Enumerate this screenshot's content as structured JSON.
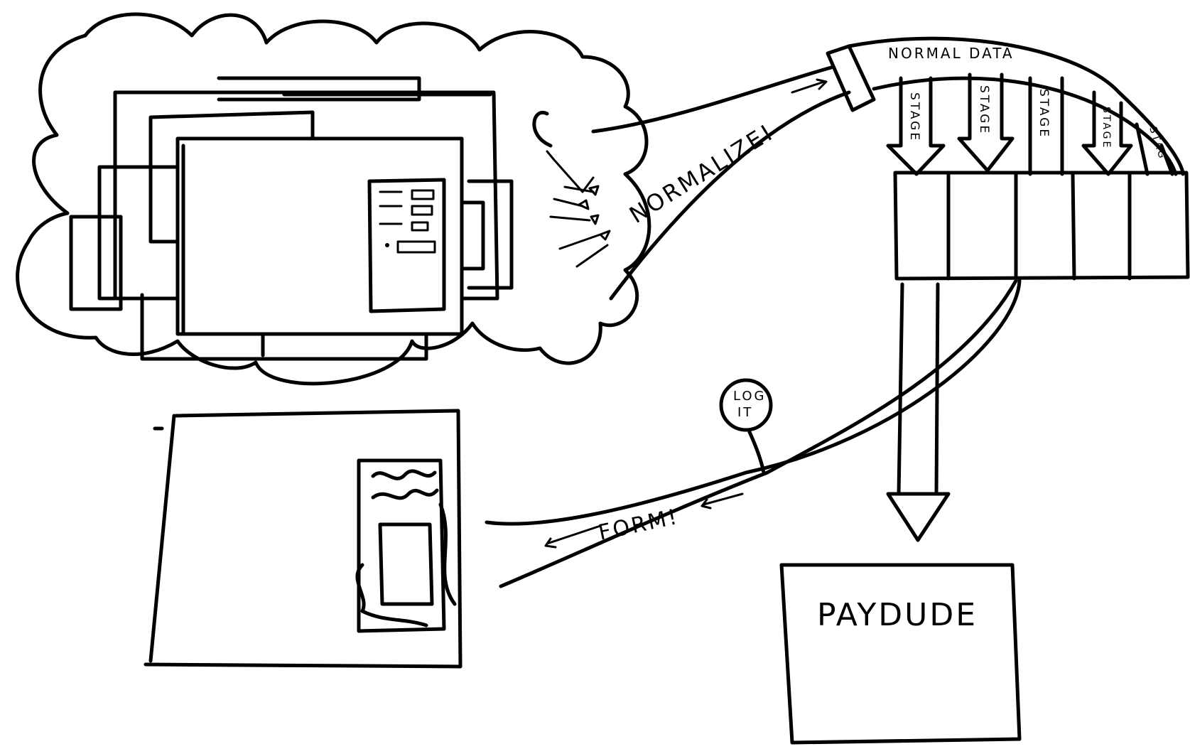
{
  "labels": {
    "normalize": "NORMALIZE!",
    "normal_data": "NORMAL DATA",
    "stage": "STAGE",
    "stage_partial": "STAG",
    "log_it_line1": "LOG",
    "log_it_line2": "IT",
    "form": "FORM!",
    "paydude": "PAYDUDE"
  },
  "colors": {
    "ink": "#000000",
    "paper": "#ffffff"
  }
}
